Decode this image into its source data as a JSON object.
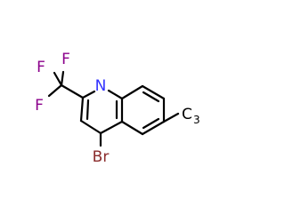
{
  "molecule": {
    "atoms": {
      "nitrogen": "N",
      "fluorine_top_left": "F",
      "fluorine_top_right": "F",
      "fluorine_left": "F",
      "bromine": "Br",
      "methyl_carbon": "C",
      "methyl_h_count": "3"
    },
    "colors": {
      "bond": "#000000",
      "nitrogen": "#3232ff",
      "fluorine": "#8b008b",
      "bromine": "#8b2c2c",
      "carbon": "#000000"
    }
  }
}
